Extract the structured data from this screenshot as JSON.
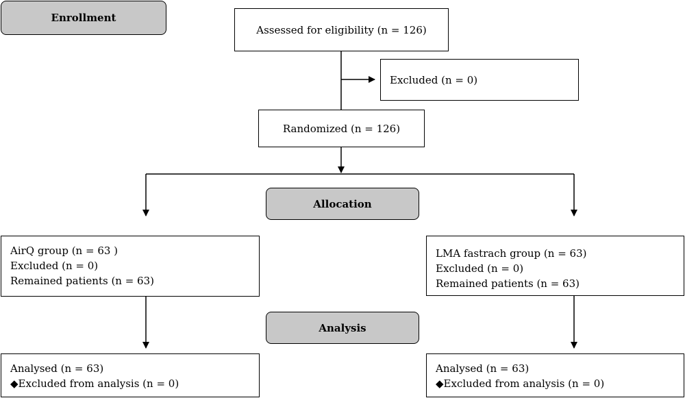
{
  "phases": {
    "enrollment": "Enrollment",
    "allocation": "Allocation",
    "analysis": "Analysis"
  },
  "boxes": {
    "assessed": "Assessed for eligibility (n = 126)",
    "excluded": "Excluded (n = 0)",
    "randomized": "Randomized (n = 126)",
    "left_allocation": {
      "line1": "AirQ group (n = 63 )",
      "line2": "Excluded (n = 0)",
      "line3": "Remained patients (n = 63)"
    },
    "right_allocation": {
      "line1": "LMA fastrach group (n = 63)",
      "line2": "Excluded (n = 0)",
      "line3": "Remained patients (n = 63)"
    },
    "left_analysis": {
      "line1": "Analysed (n = 63)",
      "line2": "◆Excluded from analysis (n = 0)"
    },
    "right_analysis": {
      "line1": "Analysed (n = 63)",
      "line2": "◆Excluded from analysis (n = 0)"
    }
  }
}
